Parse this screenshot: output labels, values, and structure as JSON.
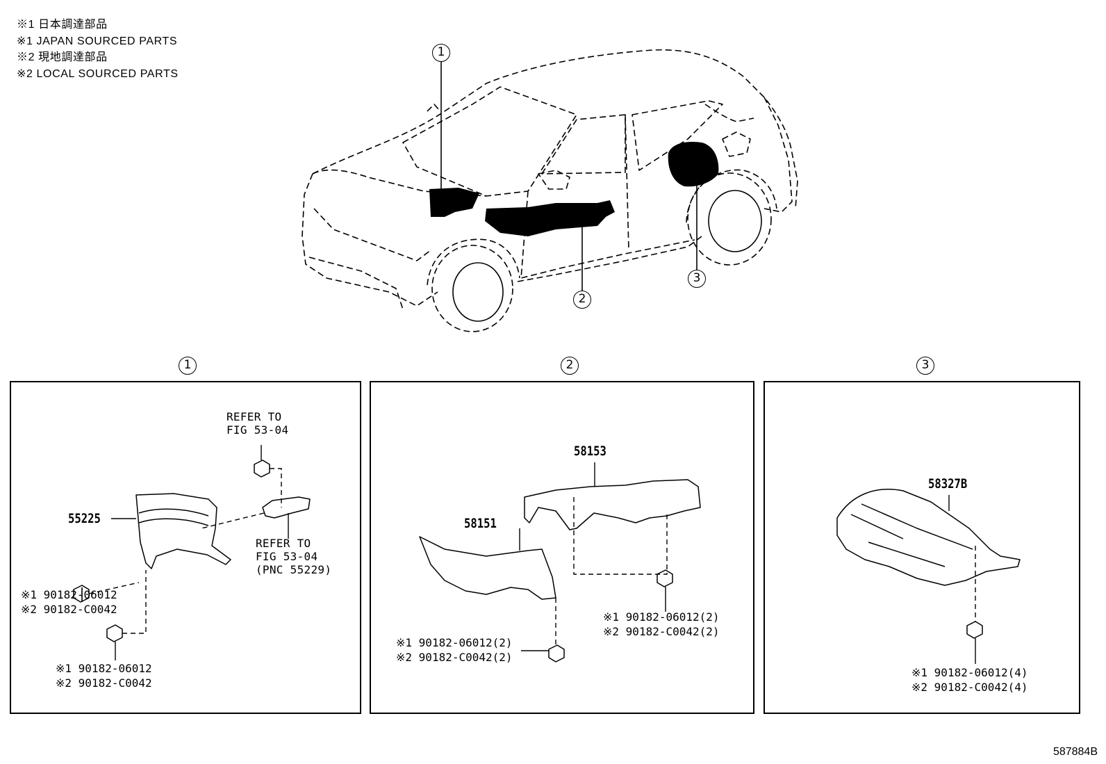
{
  "legend": [
    "※1 日本調達部品",
    "※1 JAPAN SOURCED PARTS",
    "※2 現地調達部品",
    "※2 LOCAL SOURCED PARTS"
  ],
  "callouts": {
    "c1": "1",
    "c2": "2",
    "c3": "3"
  },
  "panel1": {
    "part": "55225",
    "refer_top": [
      "REFER TO",
      "FIG 53-04"
    ],
    "refer_side": [
      "REFER TO",
      "FIG 53-04",
      "(PNC 55229)"
    ],
    "clip_a": [
      "※1 90182-06012",
      "※2 90182-C0042"
    ],
    "clip_b": [
      "※1 90182-06012",
      "※2 90182-C0042"
    ]
  },
  "panel2": {
    "part_upper": "58153",
    "part_lower": "58151",
    "clip_right": [
      "※1 90182-06012(2)",
      "※2 90182-C0042(2)"
    ],
    "clip_left": [
      "※1 90182-06012(2)",
      "※2 90182-C0042(2)"
    ]
  },
  "panel3": {
    "part": "58327B",
    "clip": [
      "※1 90182-06012(4)",
      "※2 90182-C0042(4)"
    ]
  },
  "figure_id": "587884B"
}
